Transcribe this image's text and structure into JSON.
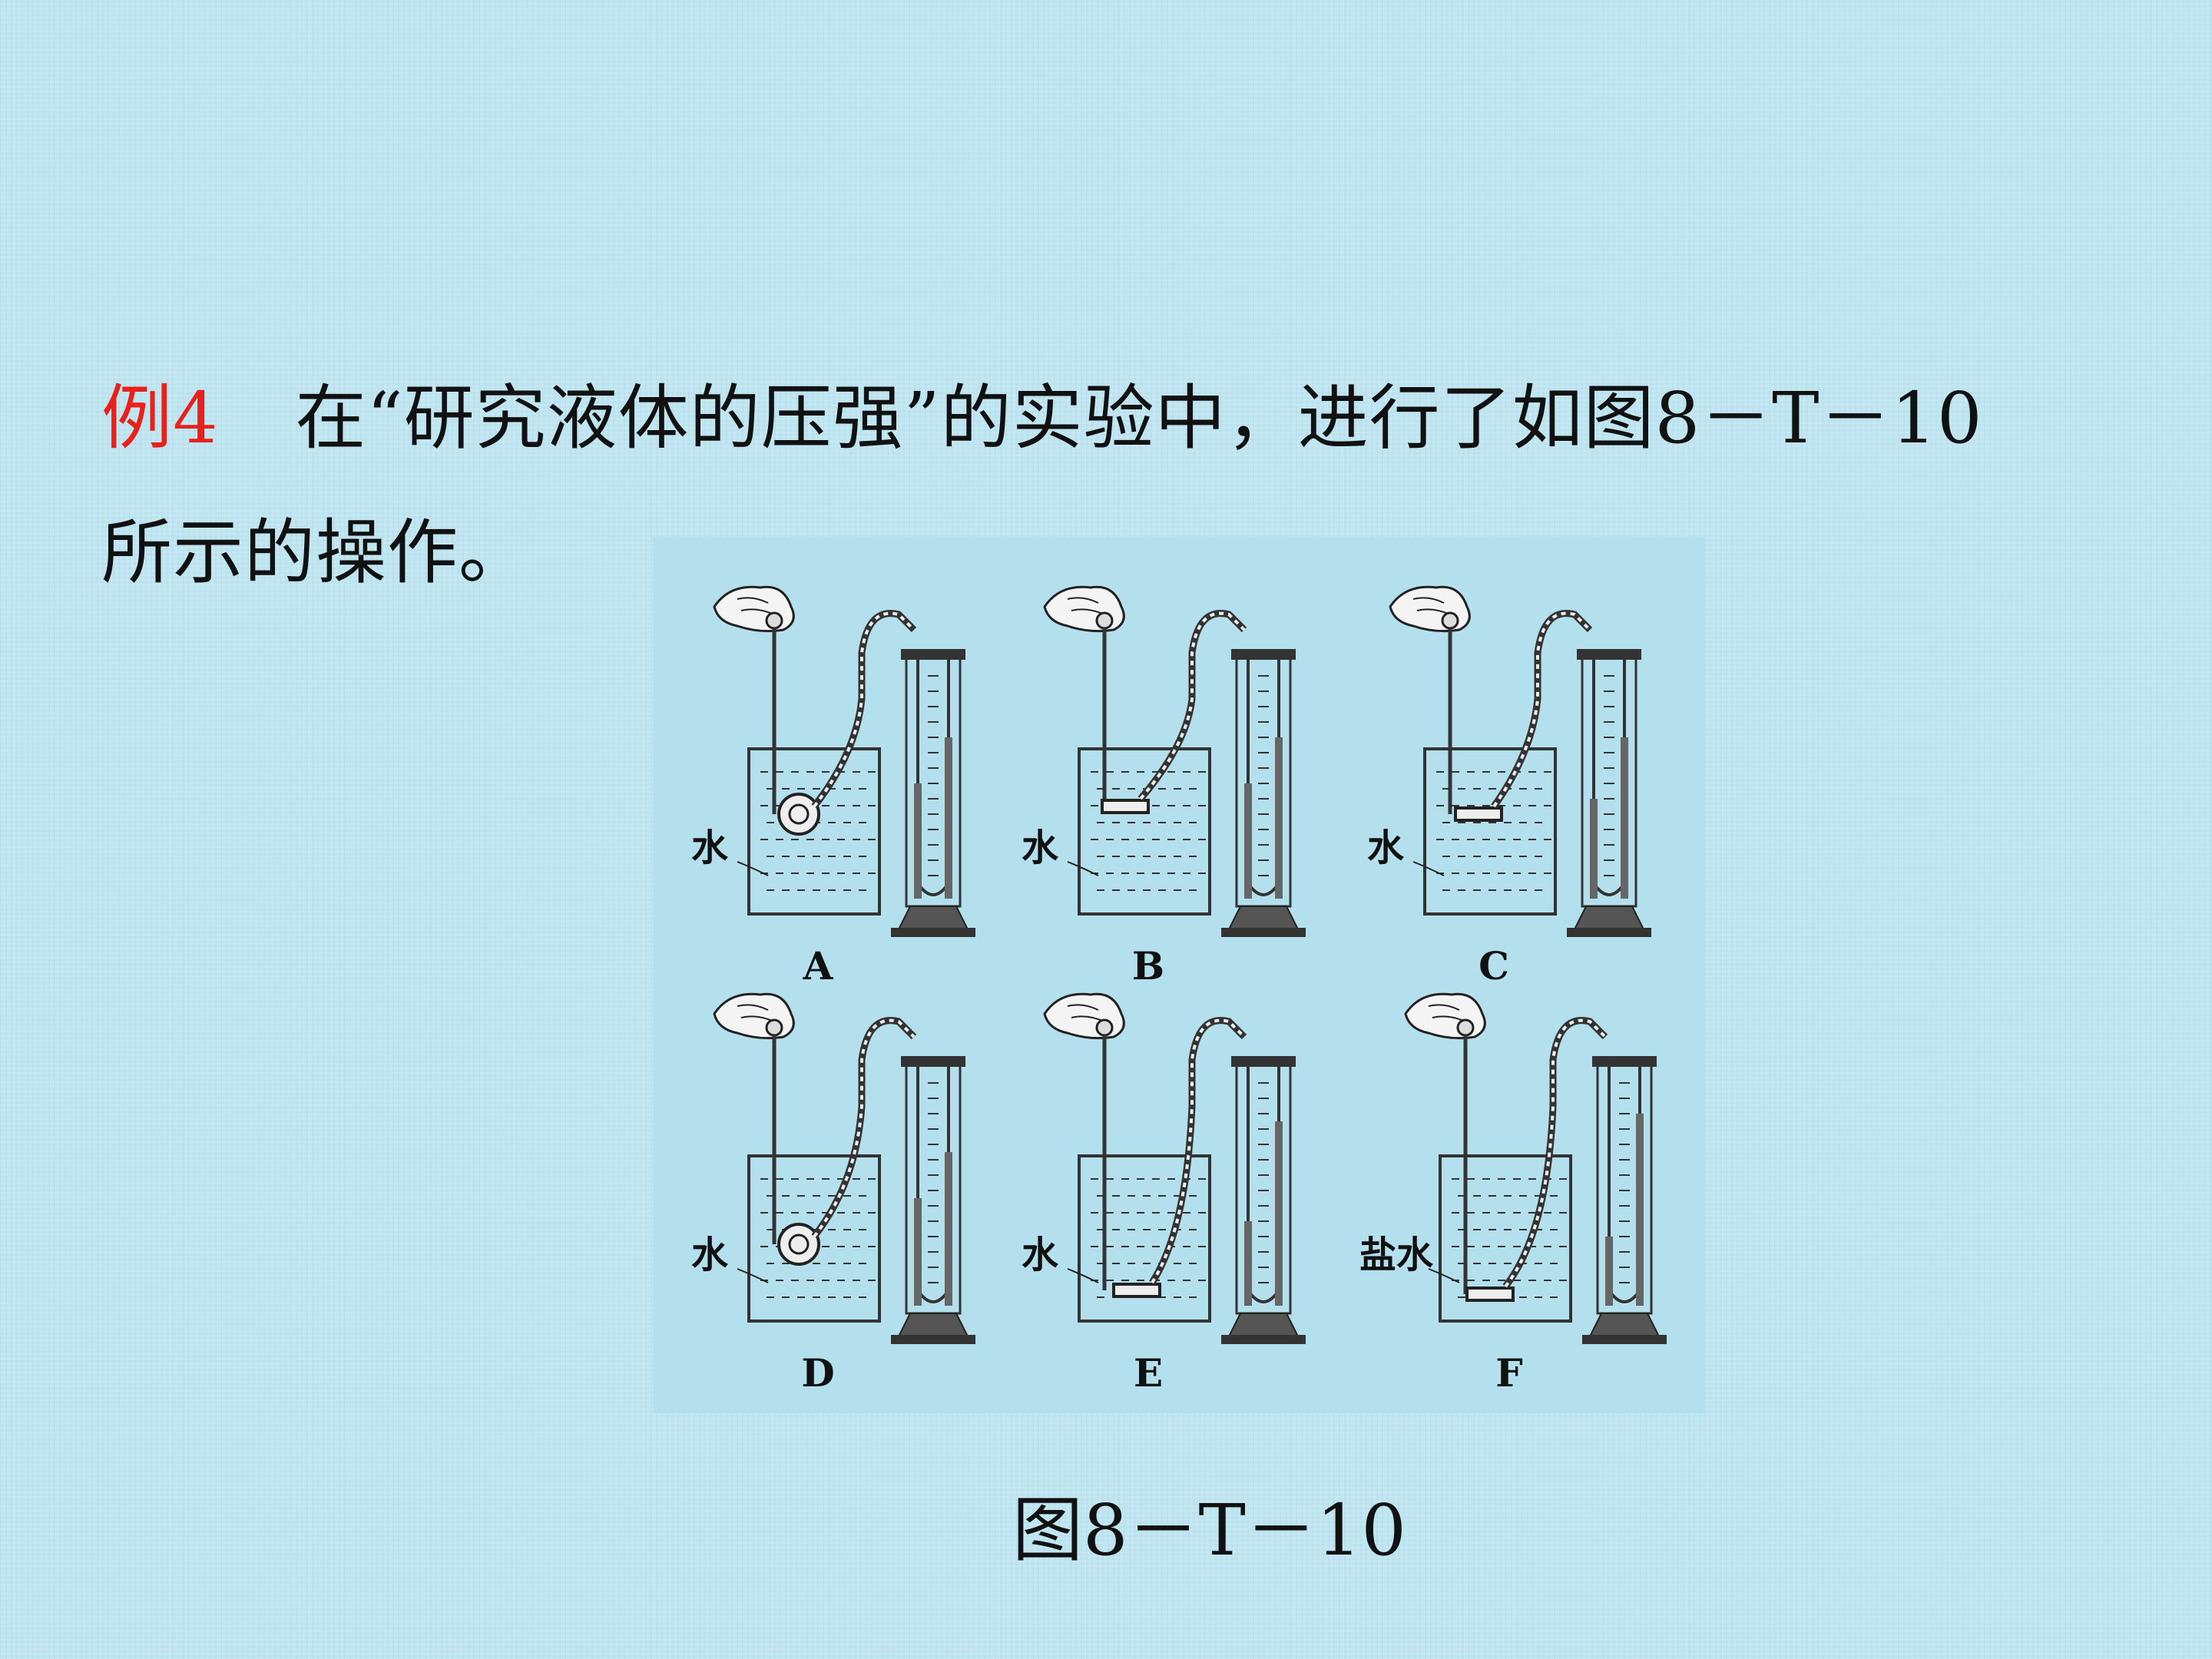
{
  "question": {
    "label": "例4",
    "text_line1": "在“研究液体的压强”的实验中，进行了如图8－T－10",
    "text_line2": "所示的操作。"
  },
  "figure": {
    "caption": "图8－T－10",
    "panels": [
      {
        "letter": "A",
        "liquid": "水"
      },
      {
        "letter": "B",
        "liquid": "水"
      },
      {
        "letter": "C",
        "liquid": "水"
      },
      {
        "letter": "D",
        "liquid": "水"
      },
      {
        "letter": "E",
        "liquid": "水"
      },
      {
        "letter": "F",
        "liquid": "盐水"
      }
    ]
  }
}
